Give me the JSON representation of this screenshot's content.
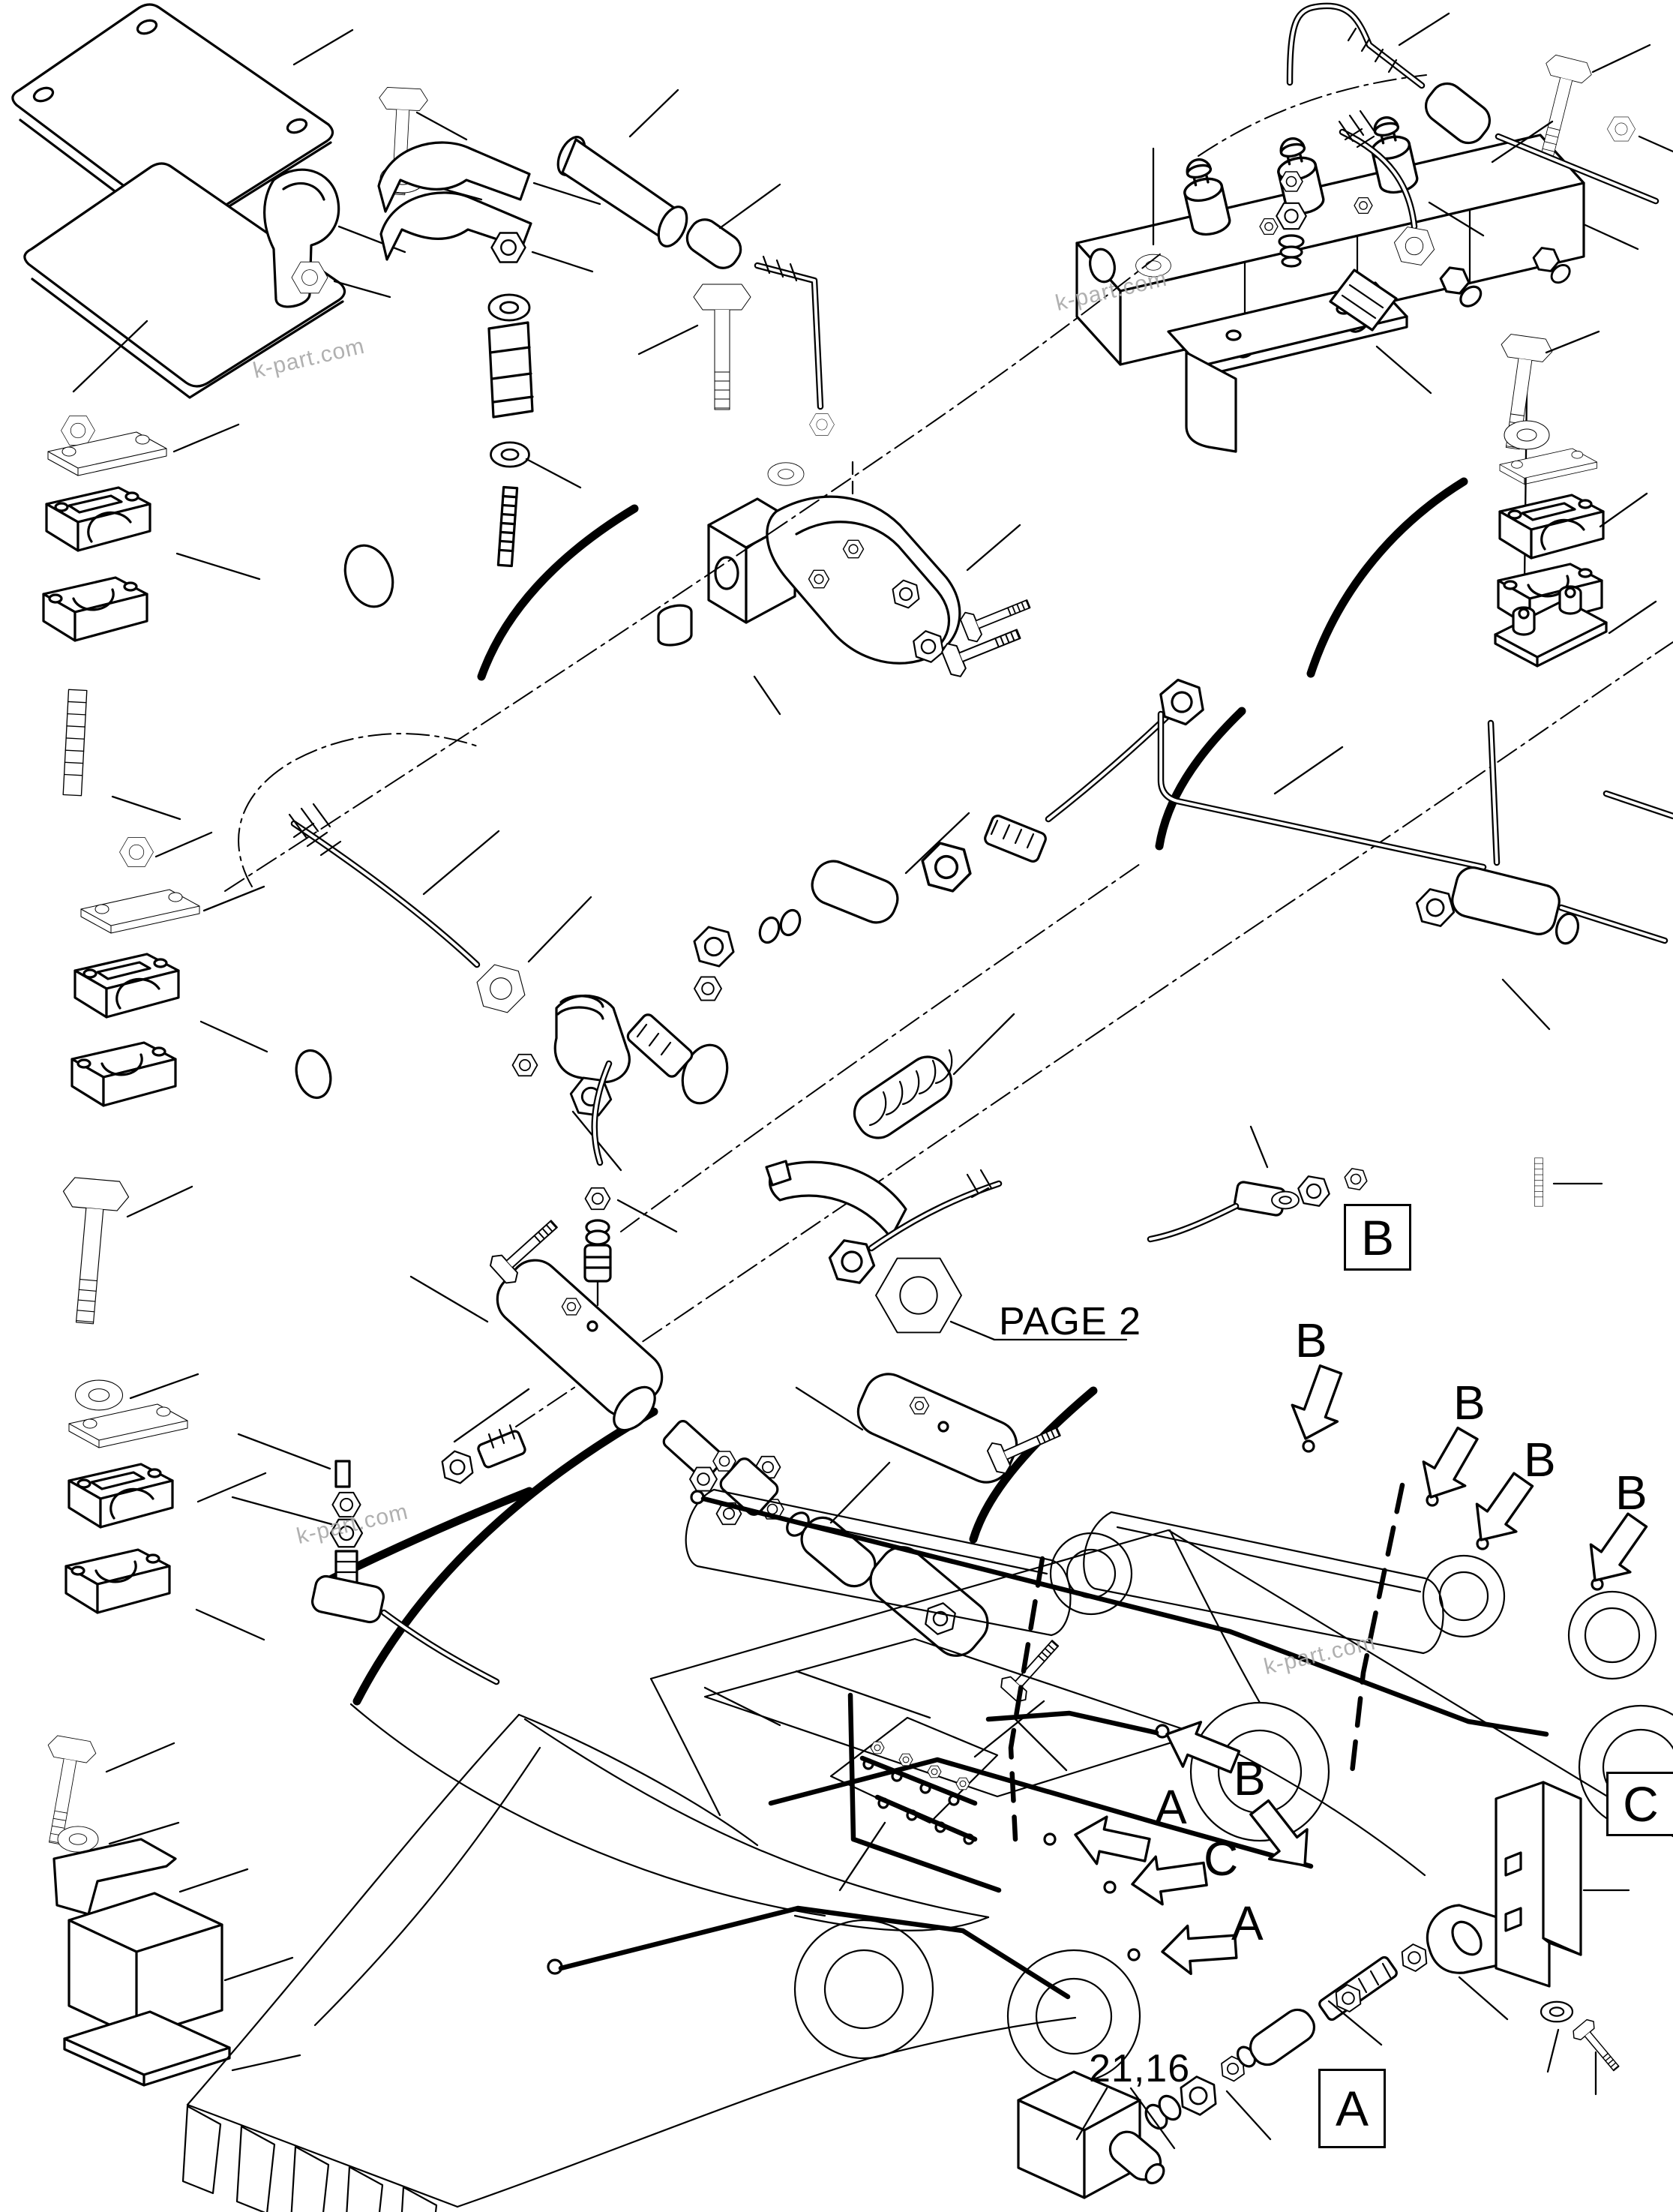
{
  "colors": {
    "line": "#000000",
    "watermark": "#a8a8a8",
    "background": "#ffffff"
  },
  "labels": {
    "page_ref": "PAGE 2",
    "part_ref": "21,16",
    "watermark": "k-part.com",
    "boxed_b": "B",
    "boxed_a": "A",
    "boxed_c": "C",
    "callout_b1": "B",
    "callout_b2": "B",
    "callout_b3": "B",
    "callout_b4": "B",
    "callout_b5": "B",
    "callout_a1": "A",
    "callout_a2": "A",
    "callout_c1": "C"
  }
}
